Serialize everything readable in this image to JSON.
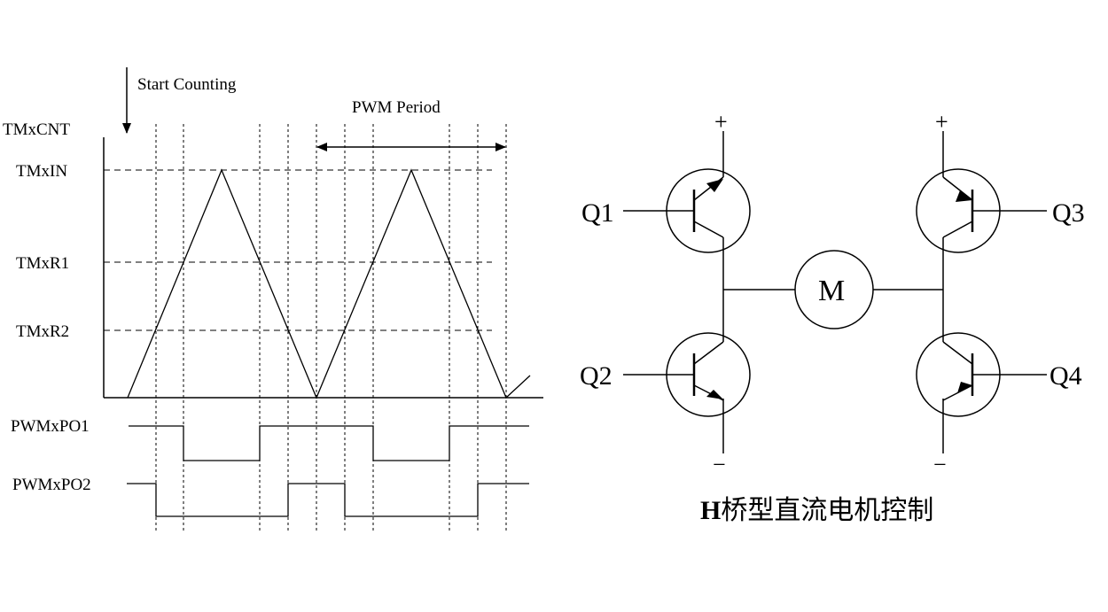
{
  "pwm_timing": {
    "start_label": "Start Counting",
    "period_label": "PWM Period",
    "axis_label": "TMxCNT",
    "levels": [
      "TMxIN",
      "TMxR1",
      "TMxR2"
    ],
    "outputs": [
      "PWMxPO1",
      "PWMxPO2"
    ]
  },
  "h_bridge": {
    "supply_plus": "+",
    "supply_minus": "−",
    "motor_label": "M",
    "transistors": [
      "Q1",
      "Q2",
      "Q3",
      "Q4"
    ],
    "caption_bold": "H",
    "caption_rest": "桥型直流电机控制"
  },
  "colors": {
    "ink": "#000000",
    "background": "#ffffff"
  }
}
